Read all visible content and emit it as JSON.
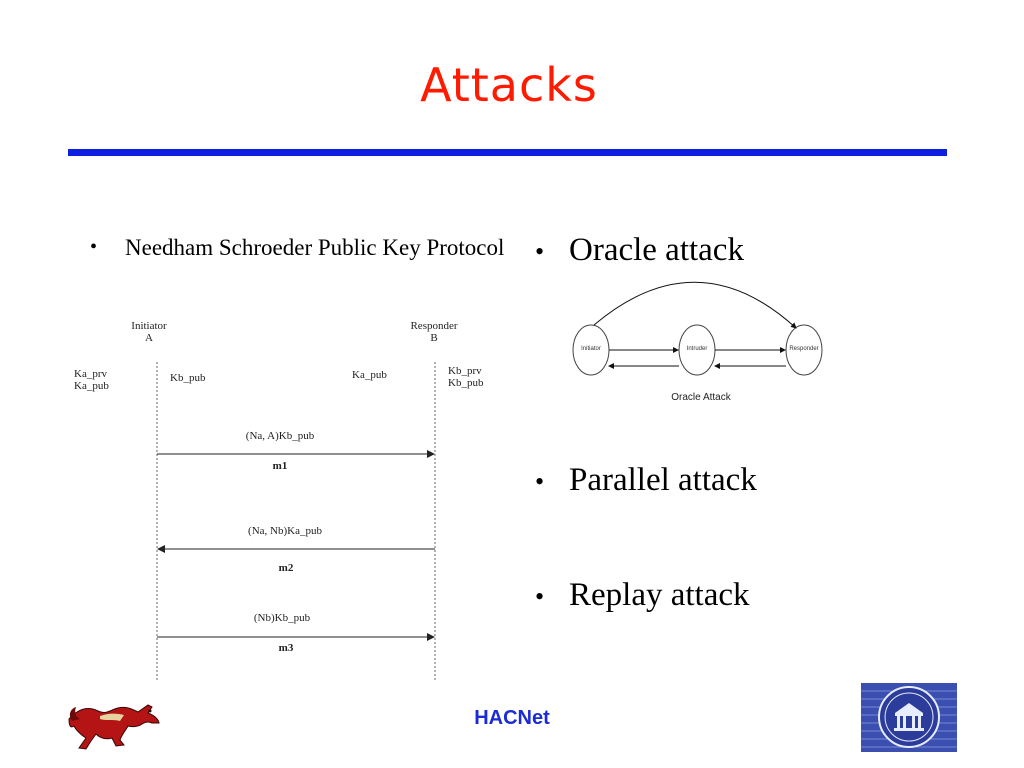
{
  "slide": {
    "title": "Attacks",
    "footer": "HACNet"
  },
  "left": {
    "bullet_symbol": "•",
    "bullet_text": "Needham Schroeder Public Key Protocol"
  },
  "sequence_diagram": {
    "initiator": "Initiator",
    "initiator_id": "A",
    "responder": "Responder",
    "responder_id": "B",
    "a_keys": [
      "Ka_prv",
      "Ka_pub"
    ],
    "b_keys": [
      "Kb_prv",
      "Kb_pub"
    ],
    "a_knows": "Kb_pub",
    "b_knows": "Ka_pub",
    "messages": [
      {
        "content": "(Na, A)Kb_pub",
        "name": "m1",
        "direction": "A-to-B"
      },
      {
        "content": "(Na, Nb)Ka_pub",
        "name": "m2",
        "direction": "B-to-A"
      },
      {
        "content": "(Nb)Kb_pub",
        "name": "m3",
        "direction": "A-to-B"
      }
    ]
  },
  "right": {
    "bullet_symbol": "•",
    "bullets": [
      "Oracle attack",
      "Parallel attack",
      "Replay attack"
    ]
  },
  "oracle_diagram": {
    "nodes": [
      "Initiator",
      "Intruder",
      "Responder"
    ],
    "caption": "Oracle Attack"
  },
  "logos": {
    "left": "mustang-logo",
    "right": "university-seal-logo"
  }
}
